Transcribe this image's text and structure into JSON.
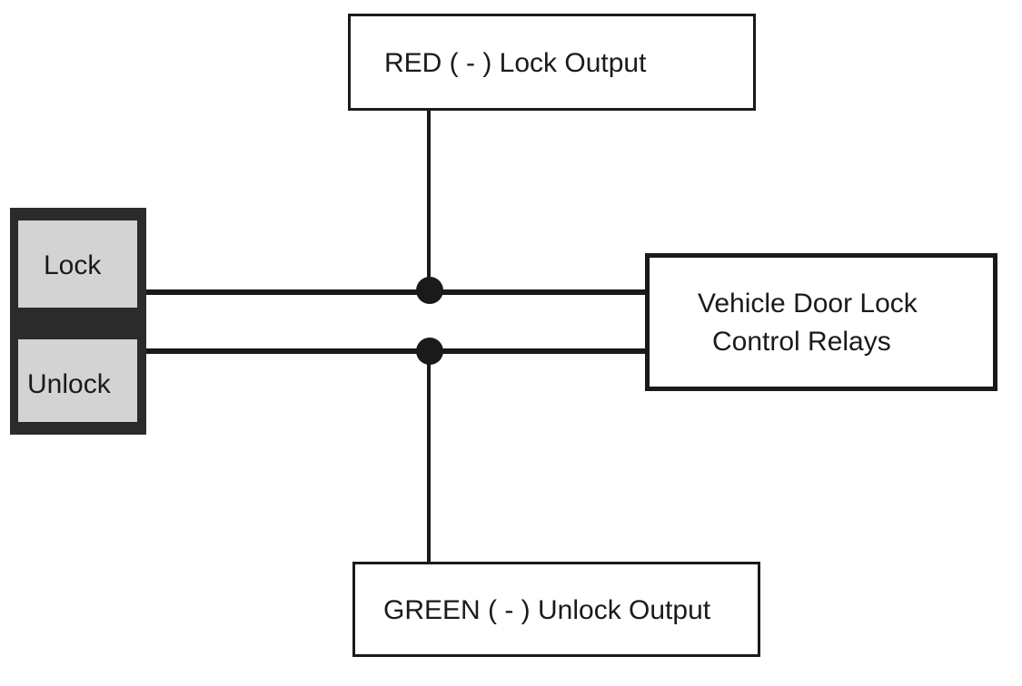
{
  "diagram": {
    "red_output": "RED ( - ) Lock Output",
    "green_output": "GREEN ( - ) Unlock Output",
    "relays": {
      "line1": "Vehicle Door Lock",
      "line2": "Control Relays"
    },
    "switch": {
      "lock": "Lock",
      "unlock": "Unlock"
    }
  },
  "colors": {
    "line": "#1a1a1a",
    "panel": "#2b2b2b",
    "key": "#d3d3d3",
    "background": "#ffffff"
  }
}
